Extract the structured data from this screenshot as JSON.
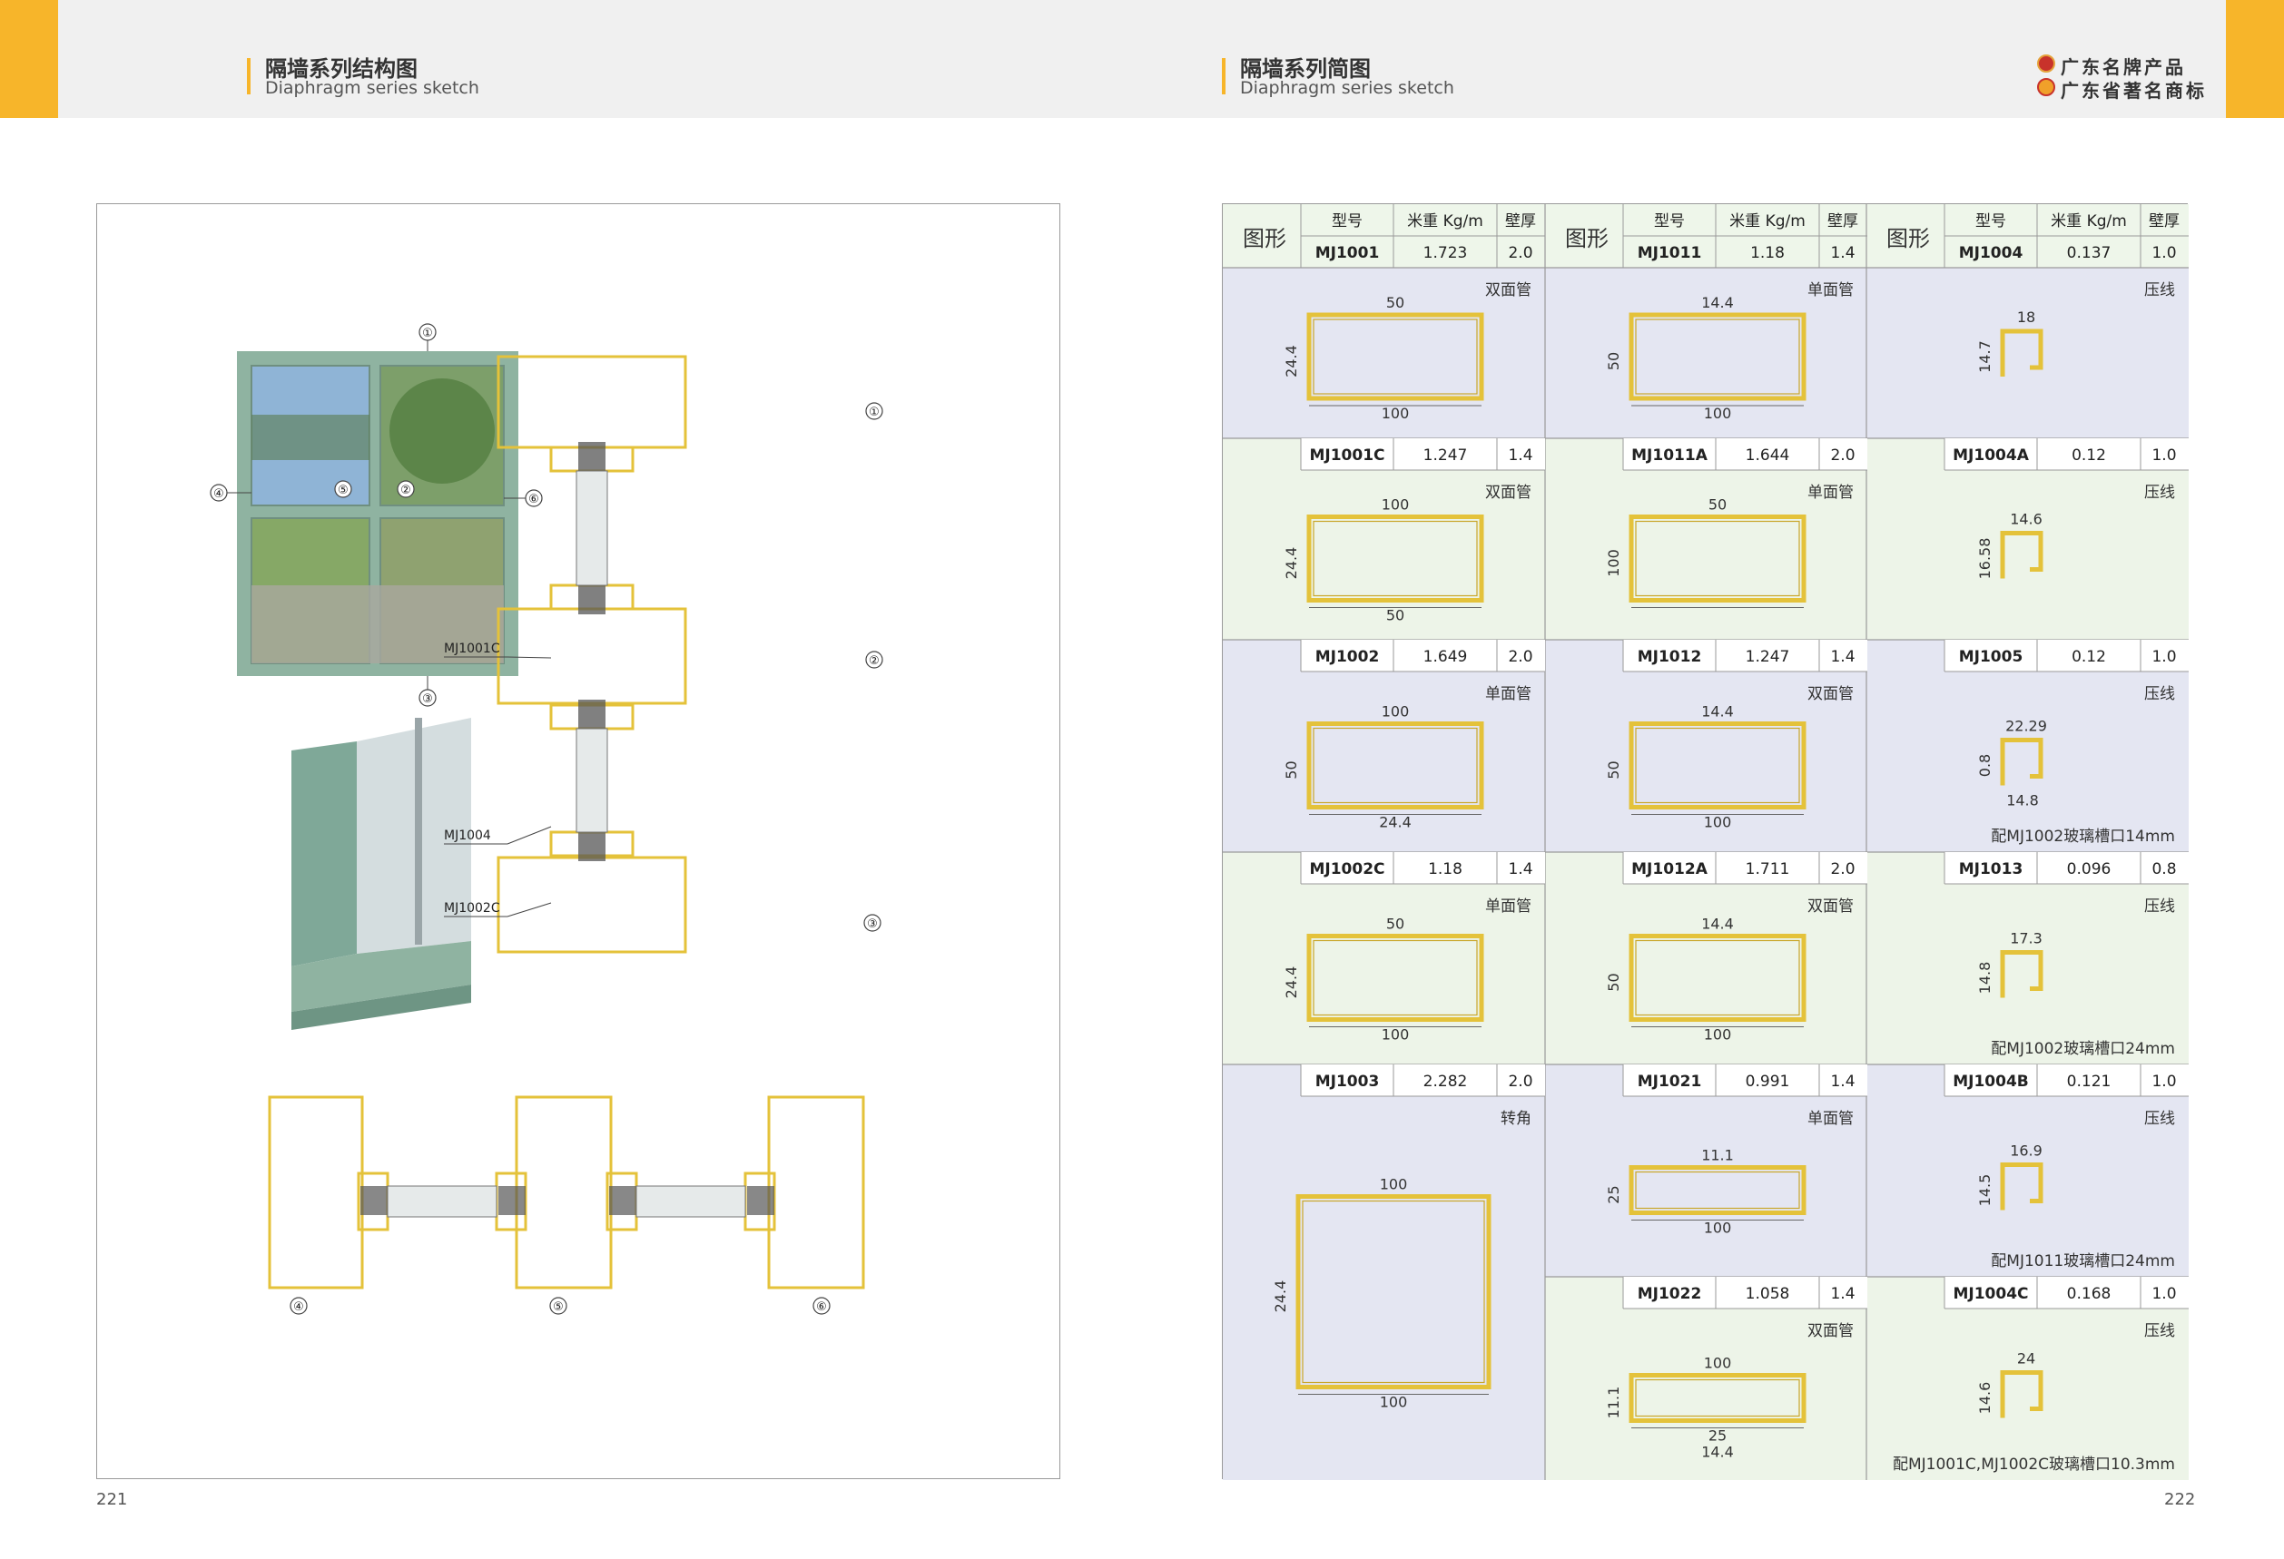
{
  "header": {
    "left_title": "隔墙系列结构图",
    "left_subtitle": "Diaphragm series sketch",
    "right_title": "隔墙系列简图",
    "right_subtitle": "Diaphragm series sketch",
    "brand_line1": "广东名牌产品",
    "brand_line2": "广东省著名商标"
  },
  "left_page": {
    "page_number": "221",
    "markers": [
      "①",
      "②",
      "③",
      "④",
      "⑤",
      "⑥"
    ],
    "section_labels": [
      "MJ1001C",
      "MJ1004",
      "MJ1002C"
    ],
    "colors": {
      "frame": "#8fb3a1",
      "profile": "#e4c23a",
      "glass": "#cfd8d6"
    }
  },
  "right_page": {
    "page_number": "222",
    "column_headers": [
      "图形",
      "型号",
      "米重 Kg/m",
      "壁厚"
    ],
    "columns": [
      [
        {
          "model": "MJ1001",
          "weight": "1.723",
          "thickness": "2.0",
          "type": "双面管",
          "note": "",
          "dims": [
            "50",
            "24.4",
            "100"
          ]
        },
        {
          "model": "MJ1001C",
          "weight": "1.247",
          "thickness": "1.4",
          "type": "双面管",
          "note": "",
          "dims": [
            "100",
            "24.4",
            "50"
          ]
        },
        {
          "model": "MJ1002",
          "weight": "1.649",
          "thickness": "2.0",
          "type": "单面管",
          "note": "",
          "dims": [
            "100",
            "50",
            "24.4"
          ]
        },
        {
          "model": "MJ1002C",
          "weight": "1.18",
          "thickness": "1.4",
          "type": "单面管",
          "note": "",
          "dims": [
            "50",
            "24.4",
            "100"
          ]
        },
        {
          "model": "MJ1003",
          "weight": "2.282",
          "thickness": "2.0",
          "type": "转角",
          "note": "",
          "dims": [
            "100",
            "24.4",
            "100"
          ]
        }
      ],
      [
        {
          "model": "MJ1011",
          "weight": "1.18",
          "thickness": "1.4",
          "type": "单面管",
          "note": "",
          "dims": [
            "14.4",
            "50",
            "100"
          ]
        },
        {
          "model": "MJ1011A",
          "weight": "1.644",
          "thickness": "2.0",
          "type": "单面管",
          "note": "",
          "dims": [
            "50",
            "100"
          ]
        },
        {
          "model": "MJ1012",
          "weight": "1.247",
          "thickness": "1.4",
          "type": "双面管",
          "note": "",
          "dims": [
            "14.4",
            "50",
            "100"
          ]
        },
        {
          "model": "MJ1012A",
          "weight": "1.711",
          "thickness": "2.0",
          "type": "双面管",
          "note": "",
          "dims": [
            "14.4",
            "50",
            "100"
          ]
        },
        {
          "model": "MJ1021",
          "weight": "0.991",
          "thickness": "1.4",
          "type": "单面管",
          "note": "",
          "dims": [
            "11.1",
            "25",
            "100"
          ]
        },
        {
          "model": "MJ1022",
          "weight": "1.058",
          "thickness": "1.4",
          "type": "双面管",
          "note": "",
          "dims": [
            "100",
            "11.1",
            "25",
            "14.4"
          ]
        }
      ],
      [
        {
          "model": "MJ1004",
          "weight": "0.137",
          "thickness": "1.0",
          "type": "压线",
          "note": "",
          "dims": [
            "18",
            "14.7"
          ]
        },
        {
          "model": "MJ1004A",
          "weight": "0.12",
          "thickness": "1.0",
          "type": "压线",
          "note": "",
          "dims": [
            "14.6",
            "16.58"
          ]
        },
        {
          "model": "MJ1005",
          "weight": "0.12",
          "thickness": "1.0",
          "type": "压线",
          "note": "配MJ1002玻璃槽口14mm",
          "dims": [
            "22.29",
            "0.8",
            "14.8"
          ]
        },
        {
          "model": "MJ1013",
          "weight": "0.096",
          "thickness": "0.8",
          "type": "压线",
          "note": "配MJ1002玻璃槽口24mm",
          "dims": [
            "17.3",
            "14.8"
          ]
        },
        {
          "model": "MJ1004B",
          "weight": "0.121",
          "thickness": "1.0",
          "type": "压线",
          "note": "配MJ1011玻璃槽口24mm",
          "dims": [
            "16.9",
            "14.5"
          ]
        },
        {
          "model": "MJ1004C",
          "weight": "0.168",
          "thickness": "1.0",
          "type": "压线",
          "note": "配MJ1001C,MJ1002C玻璃槽口10.3mm",
          "dims": [
            "24",
            "14.6"
          ]
        }
      ]
    ],
    "colors": {
      "blue_cell": "#e4e6f2",
      "green_cell": "#edf4e8",
      "profile": "#e4c23a"
    }
  }
}
